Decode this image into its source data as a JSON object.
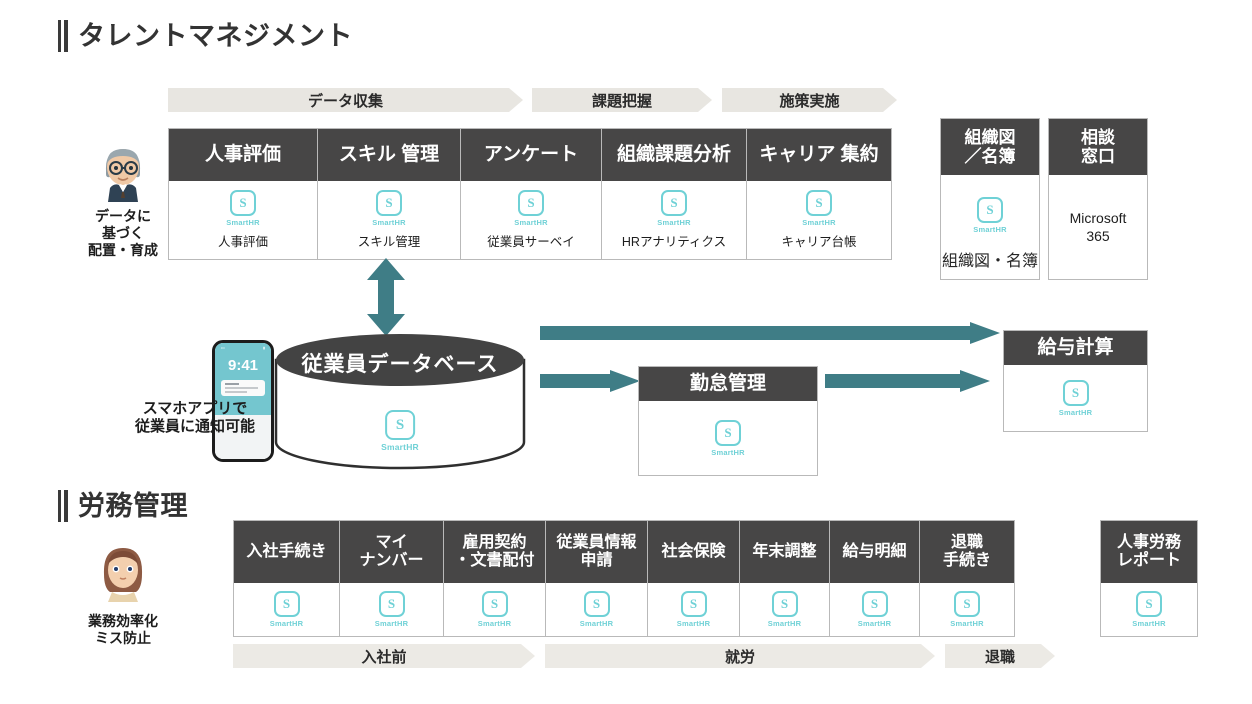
{
  "sections": {
    "talent": {
      "title": "タレントマネジメント"
    },
    "labor": {
      "title": "労務管理"
    }
  },
  "top_process": [
    {
      "label": "データ収集"
    },
    {
      "label": "課題把握"
    },
    {
      "label": "施策実施"
    }
  ],
  "bottom_process": [
    {
      "label": "入社前"
    },
    {
      "label": "就労"
    },
    {
      "label": "退職"
    }
  ],
  "talent_table": [
    {
      "header": "人事評価",
      "logo": "SmartHR",
      "caption": "人事評価"
    },
    {
      "header": "スキル 管理",
      "logo": "SmartHR",
      "caption": "スキル管理"
    },
    {
      "header": "アンケート",
      "logo": "SmartHR",
      "caption": "従業員サーベイ"
    },
    {
      "header": "組織課題分析",
      "logo": "SmartHR",
      "caption": "HRアナリティクス"
    },
    {
      "header": "キャリア 集約",
      "logo": "SmartHR",
      "caption": "キャリア台帳"
    }
  ],
  "talent_side_boxes": [
    {
      "header": "組織図\n／名簿",
      "logo": "SmartHR",
      "caption": "組織図・名簿"
    },
    {
      "header": "相談\n窓口",
      "body_text": "Microsoft\n365"
    }
  ],
  "talent_persona": {
    "avatar": "older-man-avatar",
    "caption": "データに\n基づく\n配置・育成"
  },
  "labor_persona": {
    "avatar": "woman-avatar",
    "caption": "業務効率化\nミス防止"
  },
  "phone": {
    "time": "9:41",
    "caption": "スマホアプリで\n従業員に通知可能"
  },
  "database": {
    "label": "従業員データベース",
    "logo": "SmartHR"
  },
  "flow_boxes": [
    {
      "header": "勤怠管理",
      "logo": "SmartHR"
    },
    {
      "header": "給与計算",
      "logo": "SmartHR"
    }
  ],
  "labor_table": [
    {
      "header": "入社手続き",
      "logo": "SmartHR"
    },
    {
      "header": "マイ\nナンバー",
      "logo": "SmartHR"
    },
    {
      "header": "雇用契約\n・文書配付",
      "logo": "SmartHR"
    },
    {
      "header": "従業員情報\n申請",
      "logo": "SmartHR"
    },
    {
      "header": "社会保険",
      "logo": "SmartHR"
    },
    {
      "header": "年末調整",
      "logo": "SmartHR"
    },
    {
      "header": "給与明細",
      "logo": "SmartHR"
    },
    {
      "header": "退職\n手続き",
      "logo": "SmartHR"
    }
  ],
  "labor_side_box": {
    "header": "人事労務\nレポート",
    "logo": "SmartHR"
  },
  "colors": {
    "header_dark": "#474646",
    "teal_arrow": "#3f7d86",
    "chevron_gray": "#e8e6e1",
    "logo_cyan": "#6fd1d6",
    "text_dark": "#262626"
  }
}
